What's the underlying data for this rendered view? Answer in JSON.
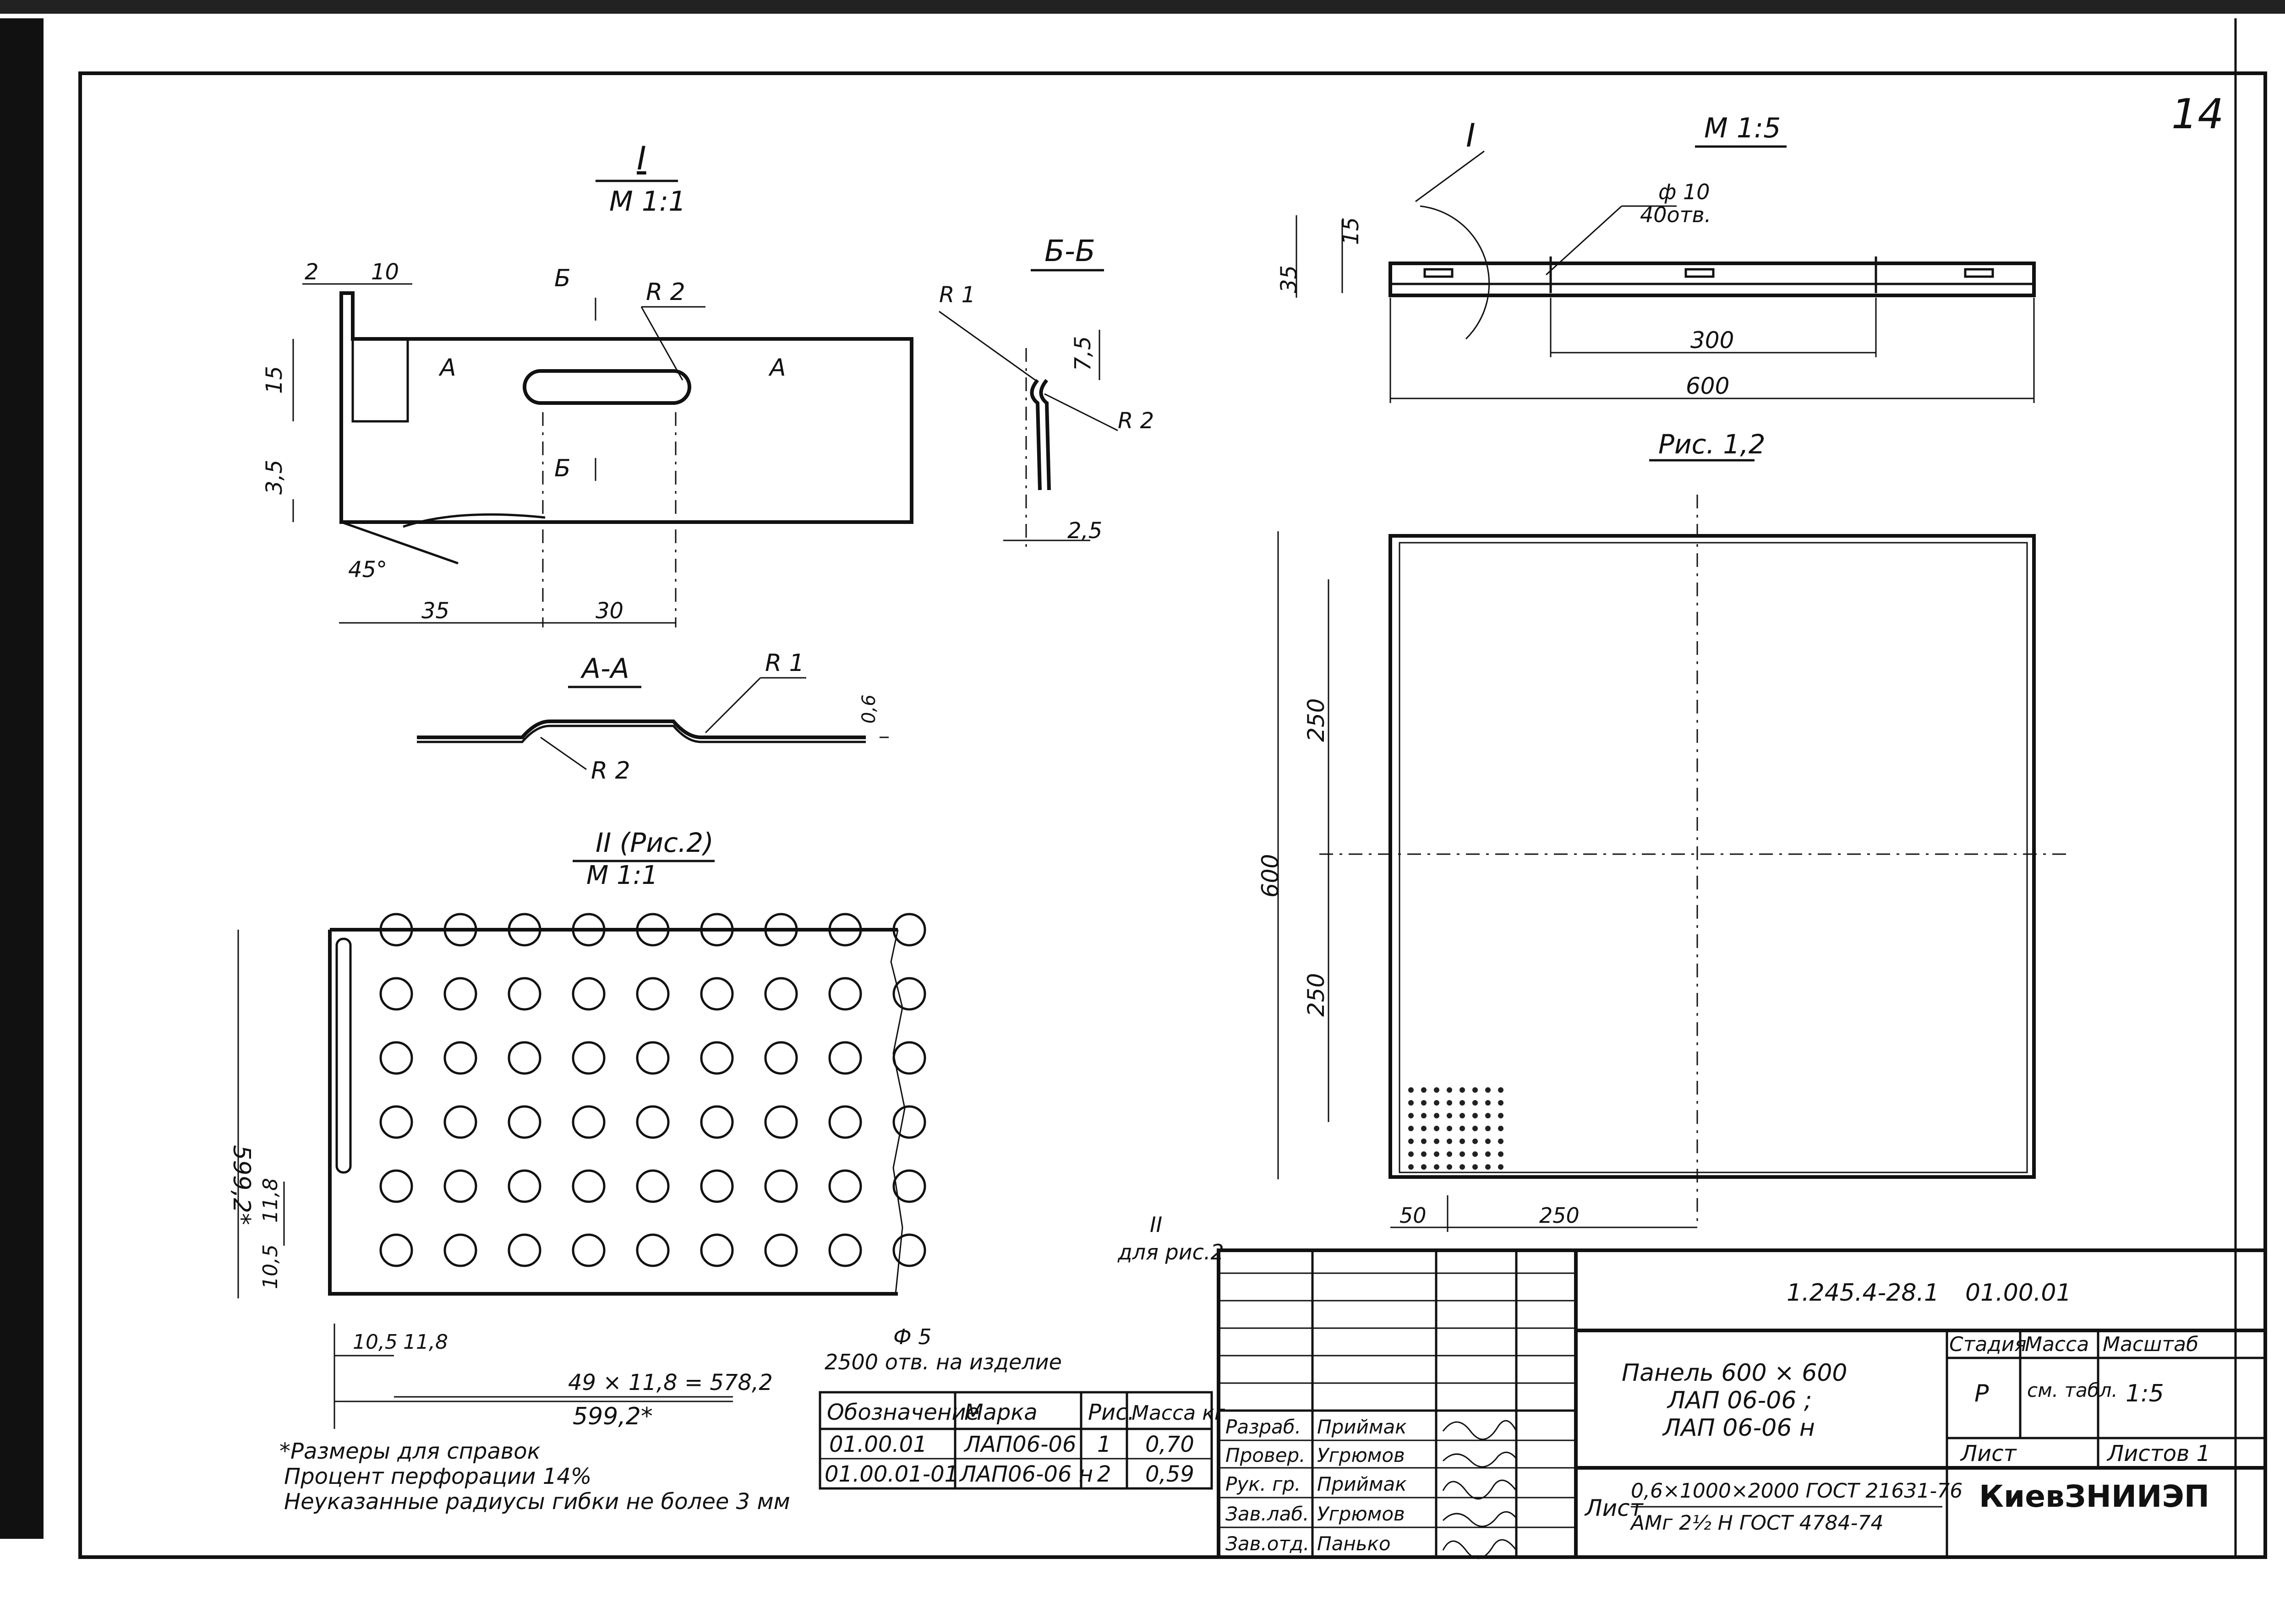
{
  "sheet_number": "14",
  "views": {
    "detail_I": {
      "title": "I",
      "scale": "М 1:1",
      "dims": [
        "2",
        "10",
        "15",
        "3,5",
        "45°",
        "35",
        "30",
        "R 2",
        "Б",
        "Б",
        "А",
        "А"
      ]
    },
    "section_BB": {
      "title": "Б-Б",
      "dims": [
        "R 1",
        "7,5",
        "R 2",
        "2,5"
      ]
    },
    "section_AA": {
      "title": "А-А",
      "dims": [
        "R 1",
        "R 2",
        "0,6"
      ]
    },
    "detail_II": {
      "title": "II (Рис.2)",
      "scale": "М 1:1",
      "dims": [
        "599,2*",
        "11,8",
        "10,5",
        "10,5",
        "11,8",
        "49 × 11,8 = 578,2",
        "599,2*"
      ]
    },
    "side_view": {
      "title": "I",
      "scale": "М 1:5",
      "dims": [
        "15",
        "35",
        "ф 10",
        "40отв.",
        "300",
        "600"
      ]
    },
    "plan_view": {
      "title": "Рис. 1,2",
      "dims": [
        "250",
        "250",
        "600",
        "50",
        "250"
      ],
      "callout": "II",
      "callout_note": "для рис.2"
    }
  },
  "hole_note": {
    "diameter": "Ф 5",
    "count": "2500 отв. на изделие"
  },
  "notes": [
    "*Размеры для справок",
    "Процент перфорации 14%",
    "Неуказанные радиусы гибки не более 3 мм"
  ],
  "variants_table": {
    "headers": [
      "Обозначение",
      "Марка",
      "Рис.",
      "Масса кг"
    ],
    "rows": [
      [
        "01.00.01",
        "ЛАП06-06",
        "1",
        "0,70"
      ],
      [
        "01.00.01-01",
        "ЛАП06-06 н",
        "2",
        "0,59"
      ]
    ]
  },
  "title_block": {
    "doc_code": "1.245.4-28.1",
    "doc_sub": "01.00.01",
    "name_lines": [
      "Панель 600 × 600",
      "ЛАП 06-06 ;",
      "ЛАП 06-06 н"
    ],
    "material_prefix": "Лист",
    "material_line1": "0,6×1000×2000 ГОСТ 21631-76",
    "material_line2": "АМг 2½ Н ГОСТ 4784-74",
    "stage_header": "Стадия",
    "mass_header": "Масса",
    "scale_header": "Масштаб",
    "stage": "Р",
    "mass": "см. табл.",
    "scale": "1:5",
    "sheet_label": "Лист",
    "sheets_label": "Листов 1",
    "org": "КиевЗНИИЭП",
    "people": [
      {
        "role": "Разраб.",
        "name": "Приймак"
      },
      {
        "role": "Провер.",
        "name": "Угрюмов"
      },
      {
        "role": "Рук. гр.",
        "name": "Приймак"
      },
      {
        "role": "Зав.лаб.",
        "name": "Угрюмов"
      },
      {
        "role": "Зав.отд.",
        "name": "Панько"
      }
    ]
  }
}
